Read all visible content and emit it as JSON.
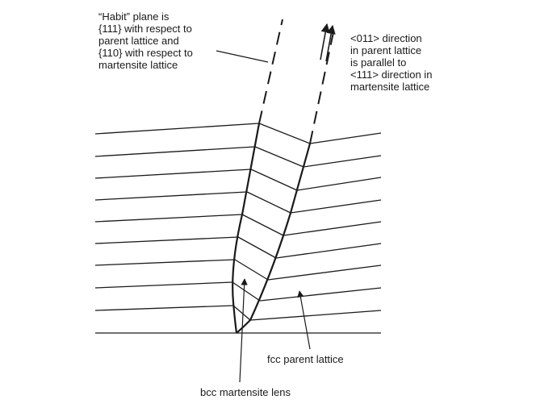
{
  "annotations": {
    "habit_plane": {
      "lines": [
        "“Habit” plane is",
        "{111} with respect to",
        "parent lattice and",
        "{110} with respect to",
        "martensite lattice"
      ]
    },
    "direction": {
      "lines": [
        "<011> direction",
        "in parent lattice",
        "is parallel to",
        "<111> direction in",
        "martensite lattice"
      ]
    }
  },
  "labels": {
    "fcc": "fcc parent lattice",
    "bcc": "bcc martensite lens"
  },
  "colors": {
    "ink": "#1a1a1a",
    "background": "#ffffff"
  }
}
